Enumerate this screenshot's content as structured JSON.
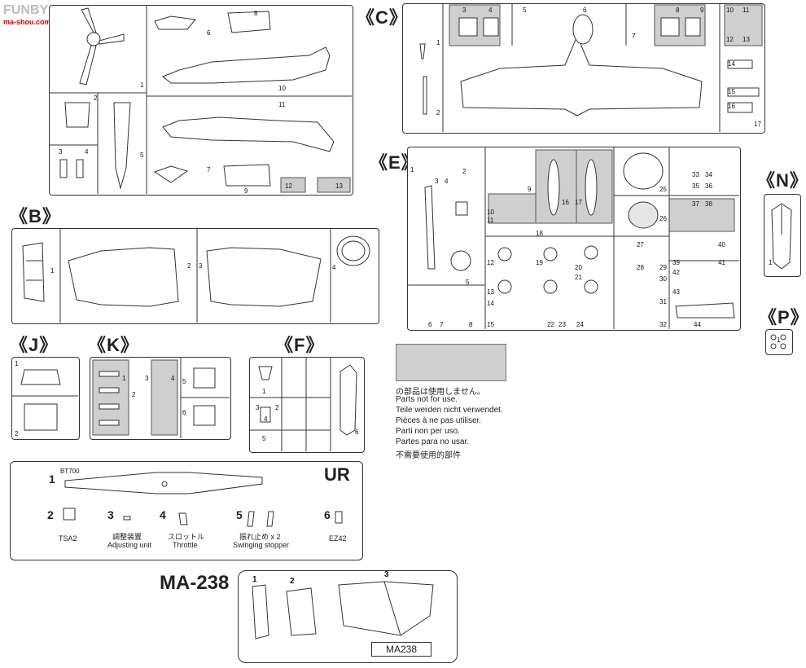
{
  "watermark": {
    "brand": "FUNBY SEARCH",
    "site": "ma-shou.com"
  },
  "sprues": {
    "A": {
      "numbers": [
        "1",
        "2",
        "3",
        "4",
        "5",
        "6",
        "7",
        "8",
        "9",
        "10",
        "11",
        "12",
        "13"
      ]
    },
    "B": {
      "label": "《B》",
      "numbers": [
        "1",
        "2",
        "3",
        "4"
      ]
    },
    "C": {
      "label": "《C》",
      "numbers": [
        "1",
        "2",
        "3",
        "4",
        "5",
        "6",
        "7",
        "8",
        "9",
        "10",
        "11",
        "12",
        "13",
        "14",
        "15",
        "16",
        "17"
      ]
    },
    "E": {
      "label": "《E》",
      "numbers": [
        "1",
        "2",
        "3",
        "4",
        "5",
        "6",
        "7",
        "8",
        "9",
        "10",
        "11",
        "12",
        "13",
        "14",
        "15",
        "16",
        "17",
        "18",
        "19",
        "20",
        "21",
        "22",
        "23",
        "24",
        "25",
        "26",
        "27",
        "28",
        "29",
        "30",
        "31",
        "32",
        "33",
        "34",
        "35",
        "36",
        "37",
        "38",
        "39",
        "40",
        "41",
        "42",
        "43",
        "44"
      ]
    },
    "N": {
      "label": "《N》",
      "numbers": [
        "1"
      ]
    },
    "P": {
      "label": "《P》",
      "numbers": [
        "1"
      ]
    },
    "J": {
      "label": "《J》",
      "numbers": [
        "1",
        "2"
      ]
    },
    "K": {
      "label": "《K》",
      "numbers": [
        "1",
        "2",
        "3",
        "4",
        "5",
        "6"
      ]
    },
    "F": {
      "label": "《F》",
      "numbers": [
        "1",
        "2",
        "3",
        "4",
        "5",
        "6"
      ]
    }
  },
  "legend": {
    "lines": [
      "の部品は使用しません。",
      "Parts not for use.",
      "Teile werden nicht verwendet.",
      "Pièces à ne pas utiliser.",
      "Parti non per uso.",
      "Partes para no usar.",
      "不需要使用的部件"
    ]
  },
  "ur": {
    "title": "UR",
    "parts": [
      {
        "num": "1",
        "code": "BT700"
      },
      {
        "num": "2",
        "code": "TSA2"
      },
      {
        "num": "3",
        "jp": "調整装置",
        "en": "Adjusting unit"
      },
      {
        "num": "4",
        "jp": "スロットル",
        "en": "Throttle"
      },
      {
        "num": "5",
        "jp": "振れ止め x 2",
        "en": "Swinging stopper"
      },
      {
        "num": "6",
        "code": "EZ42"
      }
    ]
  },
  "ma238": {
    "title": "MA-238",
    "box_label": "MA238",
    "numbers": [
      "1",
      "2",
      "3"
    ]
  }
}
